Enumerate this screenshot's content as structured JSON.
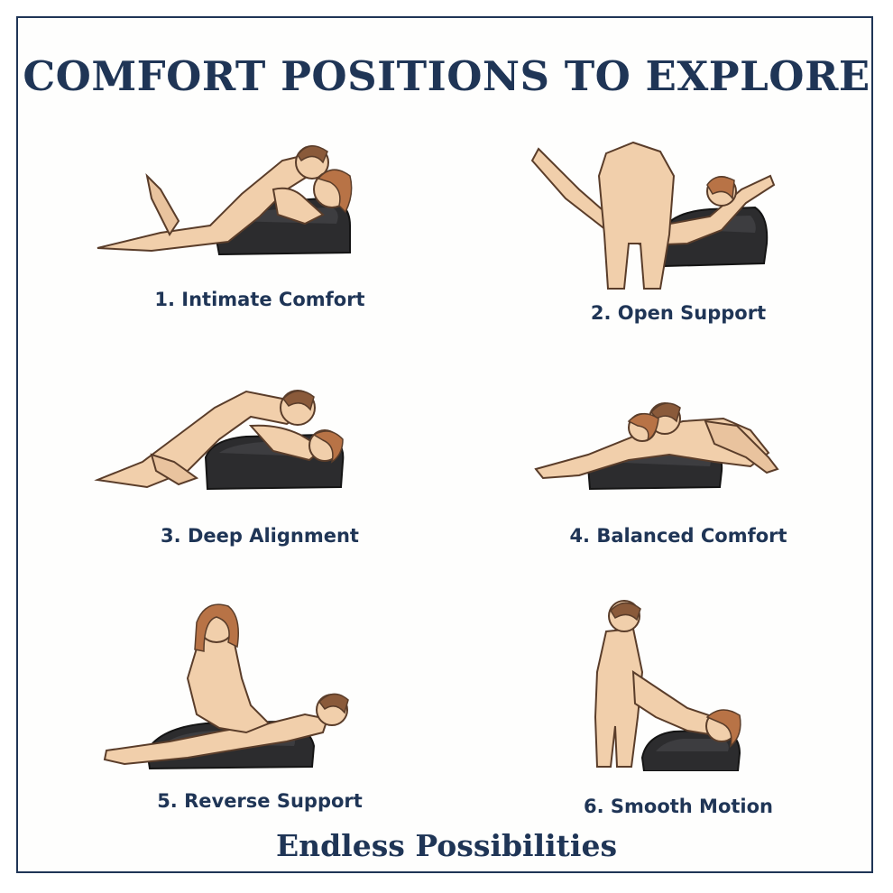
{
  "title": "COMFORT POSITIONS TO EXPLORE",
  "footer": "Endless Possibilities",
  "positions": [
    {
      "label": "1. Intimate Comfort"
    },
    {
      "label": "2. Open Support"
    },
    {
      "label": "3. Deep Alignment"
    },
    {
      "label": "4. Balanced Comfort"
    },
    {
      "label": "5. Reverse Support"
    },
    {
      "label": "6. Smooth Motion"
    }
  ],
  "colors": {
    "navy": "#1f3556",
    "skin": "#f1cfab",
    "hair": "#b87346",
    "pillow": "#2c2c2e"
  }
}
